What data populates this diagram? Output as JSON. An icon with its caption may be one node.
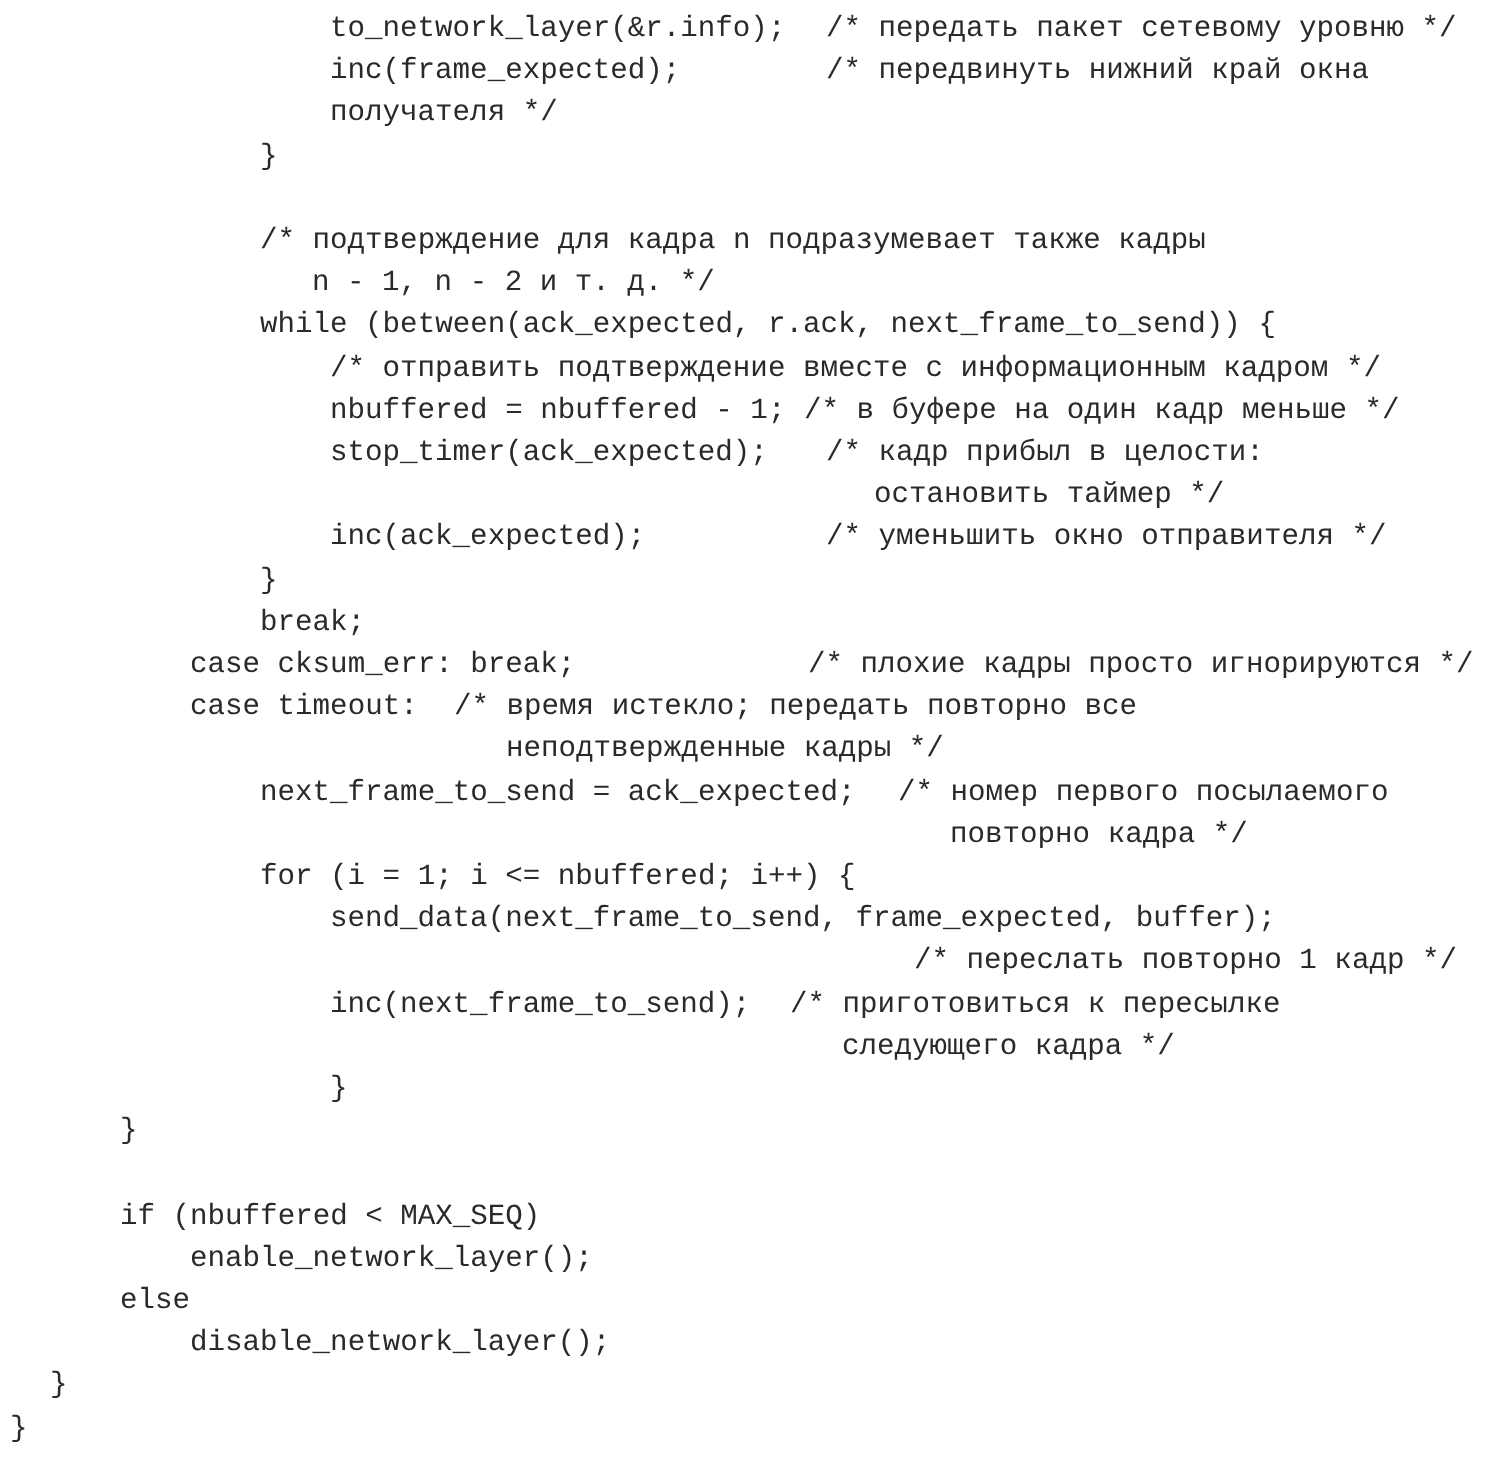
{
  "diagram": {
    "labels": [
      "to_network_layer(&r.info);",
      "/* передать пакет сетевому уровню */",
      "inc(frame_expected);",
      "/* передвинуть нижний край окна",
      "получателя */",
      "}",
      "/* подтверждение для кадра n подразумевает также кадры",
      "n - 1, n - 2 и т. д. */",
      "while (between(ack_expected, r.ack, next_frame_to_send)) {",
      "/* отправить подтверждение вместе с информационным кадром */",
      "nbuffered = nbuffered - 1;",
      "/* в буфере на один кадр меньше */",
      "stop_timer(ack_expected);",
      "/* кадр прибыл в целости:",
      "остановить таймер */",
      "inc(ack_expected);",
      "/* уменьшить окно отправителя */",
      "}",
      "break;",
      "case cksum_err: break;",
      "/* плохие кадры просто игнорируются */",
      "case timeout:",
      "/* время истекло; передать повторно все",
      "неподтвержденные кадры */",
      "next_frame_to_send = ack_expected;",
      "/* номер первого посылаемого",
      "повторно кадра */",
      "for (i = 1; i <= nbuffered; i++) {",
      "send_data(next_frame_to_send, frame_expected, buffer);",
      "/* переслать повторно 1 кадр */",
      "inc(next_frame_to_send);",
      "/* приготовиться к пересылке",
      "следующего кадра */",
      "}",
      "}",
      "if (nbuffered < MAX_SEQ)",
      "enable_network_layer();",
      "else",
      "disable_network_layer();",
      "}",
      "}"
    ]
  }
}
